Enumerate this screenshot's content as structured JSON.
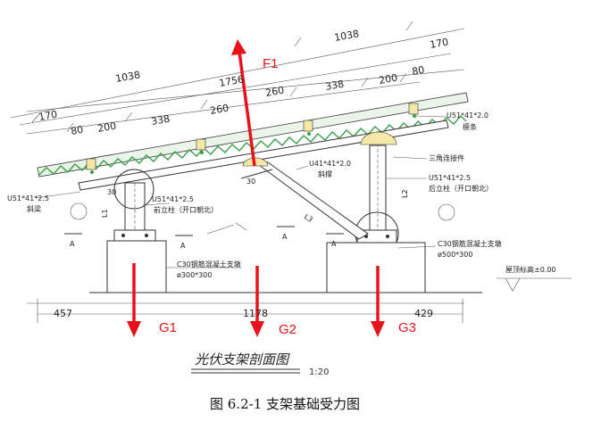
{
  "dimensions": {
    "top_total": "1038",
    "top_170_right": "170",
    "upper_1038": "1038",
    "upper_1756": "1756",
    "upper_260_a": "260",
    "upper_338_right": "338",
    "upper_200_right": "200",
    "upper_80_right": "80",
    "left_170": "170",
    "left_80": "80",
    "left_200": "200",
    "left_338": "338",
    "mid_260": "260",
    "base_457": "457",
    "base_1178": "1178",
    "base_429": "429",
    "len_30_a": "30",
    "len_30_b": "30",
    "len_L1": "L1",
    "len_L2": "L2",
    "len_L3": "L3"
  },
  "notes": {
    "u51_top": "U51*41*2.0",
    "purlin": "檩条",
    "u41": "U41*41*2.0",
    "brace": "斜撑",
    "triangle_part": "三角连接件",
    "u51_right": "U51*41*2.5",
    "rear_column": "后立柱（开口朝北）",
    "u51_left": "U51*41*2.5",
    "beam": "斜梁",
    "u51_front": "U51*41*2.5",
    "front_column": "前立柱（开口朝北）",
    "c30_left_1": "C30钢筋混凝土支墩",
    "c30_left_2": "ø300*300",
    "c30_right_1": "C30钢筋混凝土支墩",
    "c30_right_2": "ø500*300",
    "ground": "屋顶标高±0.00",
    "section_a1": "A",
    "section_a2": "A",
    "section_a3": "A",
    "section_a4": "A"
  },
  "forces": {
    "f1": "F1",
    "g1": "G1",
    "g2": "G2",
    "g3": "G3"
  },
  "title": "光伏支架剖面图",
  "scale": "1:20",
  "caption": "图 6.2-1    支架基础受力图",
  "colors": {
    "force": "#e8121b",
    "hatch": "#3aa048",
    "line": "#333333"
  }
}
